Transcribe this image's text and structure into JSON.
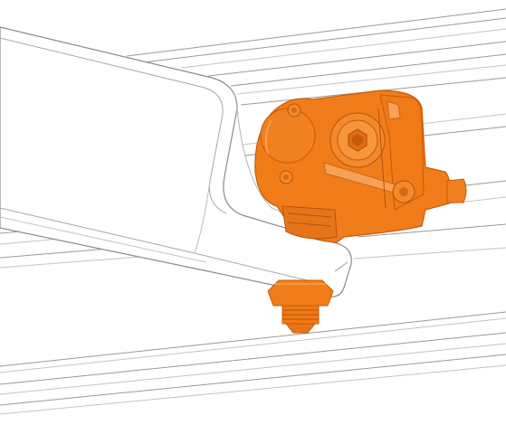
{
  "colors": {
    "background": "#ffffff",
    "linework": "#9a9a9a",
    "linework_light": "#c4c4c4",
    "part_orange": "#f07d1a",
    "part_orange_dark": "#c85a08",
    "part_orange_light": "#f6a158"
  },
  "parts": [
    {
      "name": "aluminum-extrusion-rail",
      "kind": "structural"
    },
    {
      "name": "mounting-bracket-arm",
      "kind": "structural"
    },
    {
      "name": "extruder-drive-assembly",
      "kind": "highlighted-component"
    },
    {
      "name": "hex-socket-screw",
      "kind": "fastener"
    },
    {
      "name": "threaded-nozzle-nut",
      "kind": "fastener"
    }
  ]
}
